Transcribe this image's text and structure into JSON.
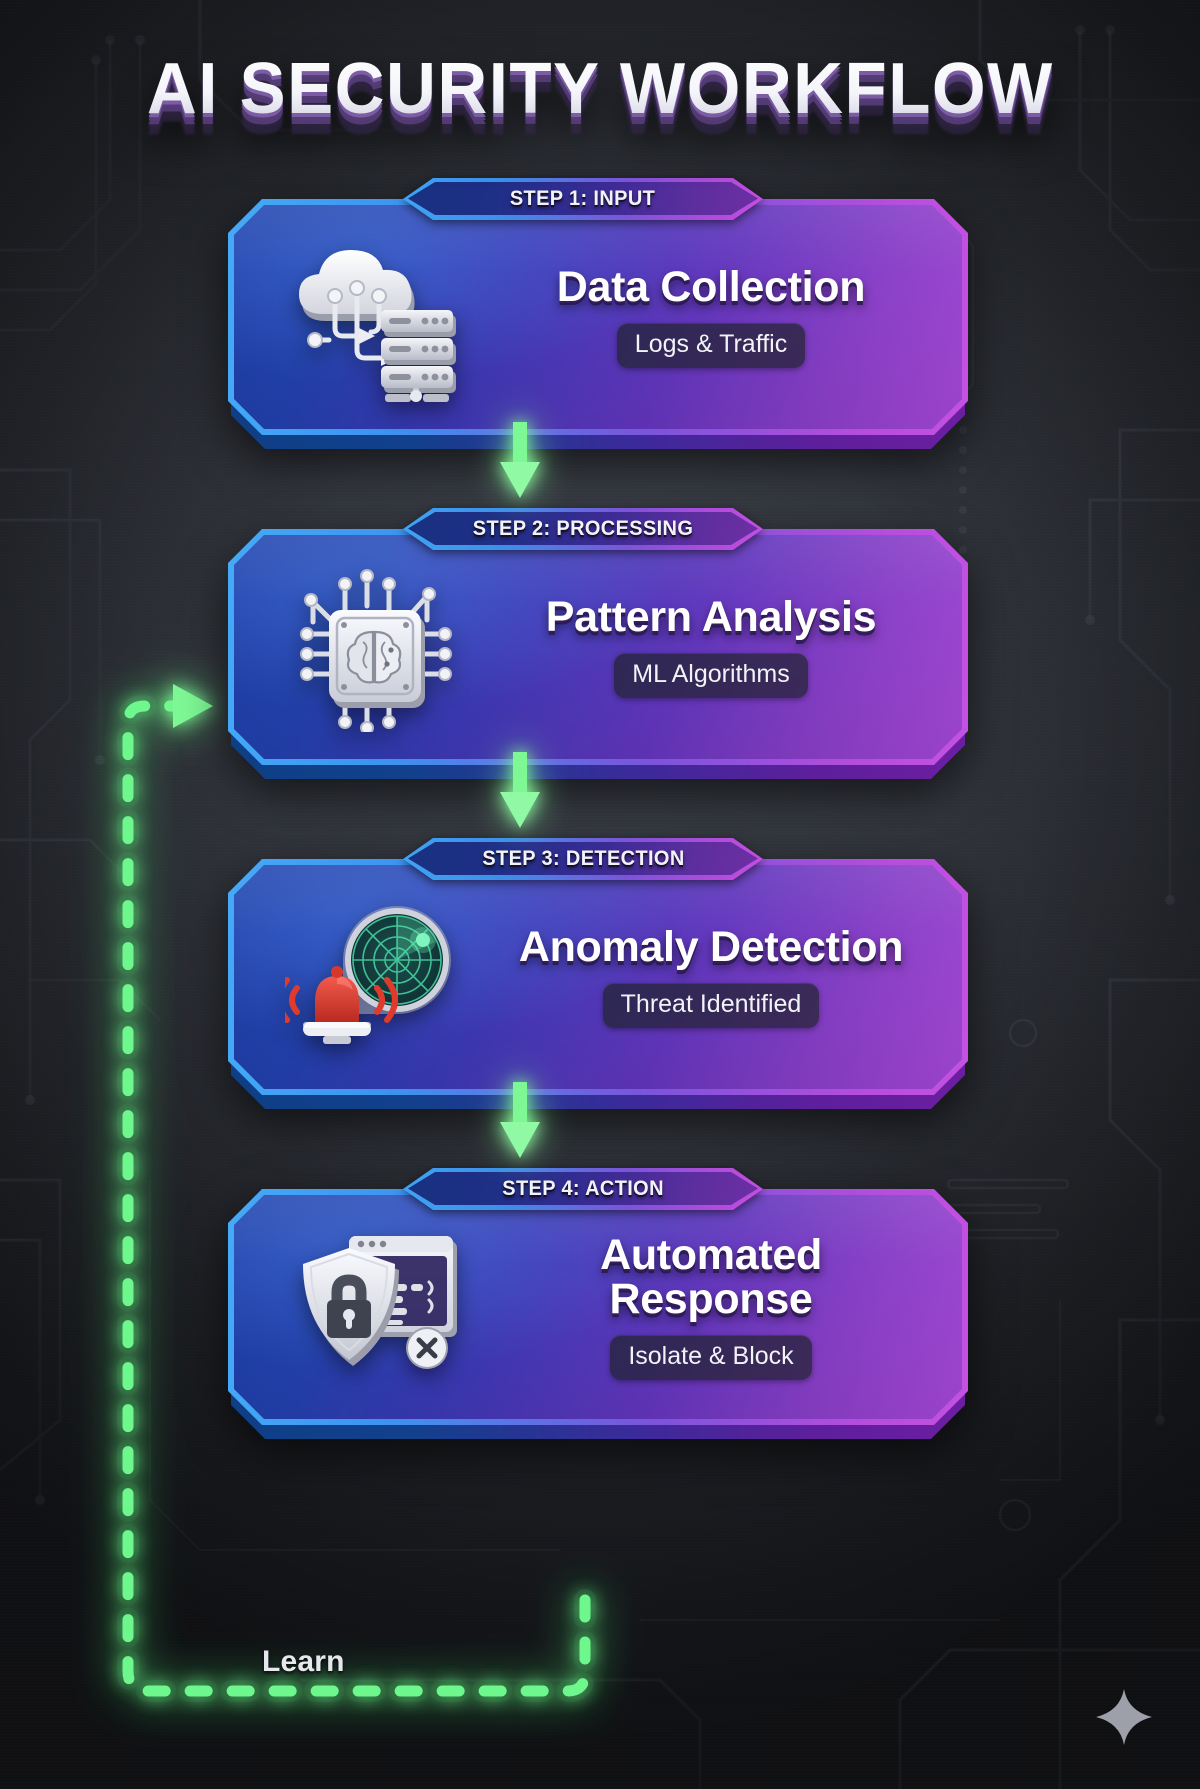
{
  "page": {
    "title": "AI SECURITY WORKFLOW",
    "learn_label": "Learn",
    "colors": {
      "background": "#2a2d33",
      "accent_blue": "#3fa3f5",
      "accent_purple": "#b44bdc",
      "loop_green": "#5cf07a",
      "card_gradient_start": "#1b3ca4",
      "card_gradient_end": "#a447d6",
      "title_text": "#ffffff"
    }
  },
  "steps": [
    {
      "tab": "STEP 1: INPUT",
      "title": "Data Collection",
      "pill": "Logs & Traffic",
      "icon": "cloud-server-icon"
    },
    {
      "tab": "STEP 2: PROCESSING",
      "title": "Pattern Analysis",
      "pill": "ML Algorithms",
      "icon": "ai-chip-brain-icon"
    },
    {
      "tab": "STEP 3: DETECTION",
      "title": "Anomaly Detection",
      "pill": "Threat Identified",
      "icon": "radar-alarm-icon"
    },
    {
      "tab": "STEP 4: ACTION",
      "title": "Automated Response",
      "pill": "Isolate & Block",
      "icon": "shield-lock-terminal-icon"
    }
  ],
  "connectors": [
    {
      "from": "STEP 1: INPUT",
      "to": "STEP 2: PROCESSING",
      "kind": "arrow-down"
    },
    {
      "from": "STEP 2: PROCESSING",
      "to": "STEP 3: DETECTION",
      "kind": "arrow-down"
    },
    {
      "from": "STEP 3: DETECTION",
      "to": "STEP 4: ACTION",
      "kind": "arrow-down"
    },
    {
      "from": "STEP 4: ACTION",
      "to": "STEP 2: PROCESSING",
      "kind": "dashed-feedback-loop",
      "label": "Learn"
    }
  ]
}
